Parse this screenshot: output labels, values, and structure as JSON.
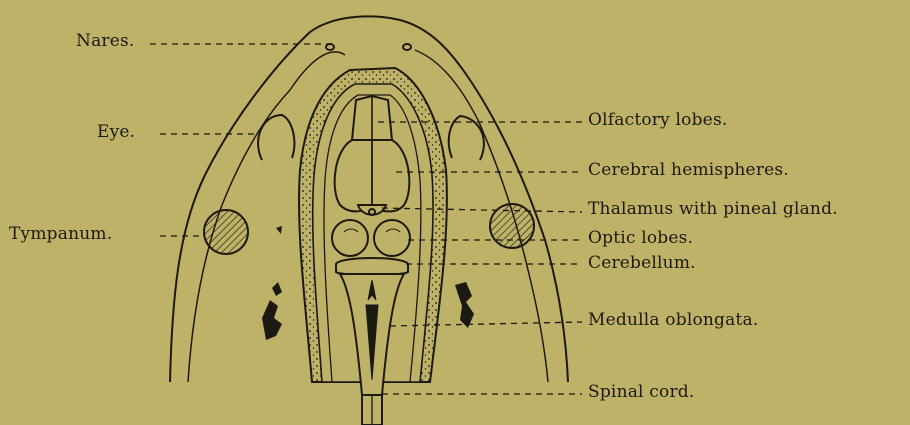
{
  "background_color": "#bdb268",
  "ink_color": "#1c1a10",
  "labels": {
    "nares": "Nares.",
    "eye": "Eye.",
    "tympanum": "Tympanum.",
    "olfactory_lobes": "Olfactory lobes.",
    "cerebral_hemispheres": "Cerebral hemispheres.",
    "thalamus": "Thalamus with pineal gland.",
    "optic_lobes": "Optic lobes.",
    "cerebellum": "Cerebellum.",
    "medulla": "Medulla oblongata.",
    "spinal_cord": "Spinal cord."
  }
}
